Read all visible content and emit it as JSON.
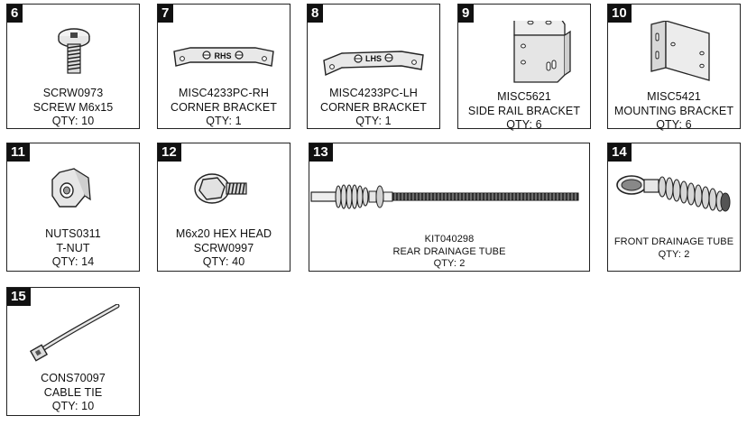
{
  "parts": [
    {
      "num": "6",
      "lines": [
        "SCRW0973",
        "SCREW M6x15",
        "QTY: 10"
      ],
      "icon": "screw-icon"
    },
    {
      "num": "7",
      "lines": [
        "MISC4233PC-RH",
        "CORNER BRACKET",
        "QTY: 1"
      ],
      "icon": "corner-bracket-rh-icon",
      "stamp": "RHS"
    },
    {
      "num": "8",
      "lines": [
        "MISC4233PC-LH",
        "CORNER BRACKET",
        "QTY: 1"
      ],
      "icon": "corner-bracket-lh-icon",
      "stamp": "LHS"
    },
    {
      "num": "9",
      "lines": [
        "MISC5621",
        "SIDE RAIL BRACKET",
        "QTY: 6"
      ],
      "icon": "side-rail-bracket-icon"
    },
    {
      "num": "10",
      "lines": [
        "MISC5421",
        "MOUNTING BRACKET",
        "QTY: 6"
      ],
      "icon": "mounting-bracket-icon"
    },
    {
      "num": "11",
      "lines": [
        "NUTS0311",
        "T-NUT",
        "QTY: 14"
      ],
      "icon": "t-nut-icon"
    },
    {
      "num": "12",
      "lines": [
        "M6x20 HEX HEAD",
        "SCRW0997",
        "QTY: 40"
      ],
      "icon": "hex-head-screw-icon"
    },
    {
      "num": "13",
      "lines": [
        "KIT040298",
        "REAR DRAINAGE TUBE",
        "QTY: 2"
      ],
      "icon": "rear-drainage-tube-icon"
    },
    {
      "num": "14",
      "lines": [
        "FRONT DRAINAGE TUBE",
        "QTY: 2"
      ],
      "icon": "front-drainage-tube-icon"
    },
    {
      "num": "15",
      "lines": [
        "CONS70097",
        "CABLE TIE",
        "QTY: 10"
      ],
      "icon": "cable-tie-icon"
    }
  ]
}
